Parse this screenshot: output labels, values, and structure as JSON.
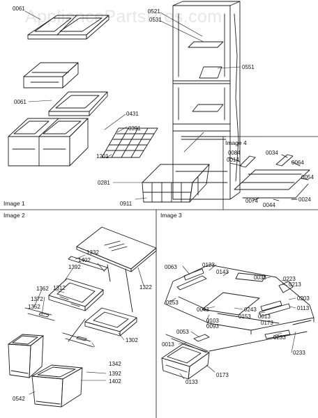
{
  "watermark": "AppliancePartsPros.com",
  "panels": {
    "image1": "Image 1",
    "image2": "Image 2",
    "image3": "Image 3",
    "image4": "Image 4"
  },
  "labels": {
    "l0061a": "0061",
    "l0521": "0521",
    "l0531": "0531",
    "l0551": "0551",
    "l0061b": "0061",
    "l0431": "0431",
    "l0391": "0391",
    "l1201": "1201",
    "l0281": "0281",
    "l0911": "0911",
    "l0084": "0084",
    "l0014": "0014",
    "l0034": "0034",
    "l0064": "0064",
    "l0054": "0054",
    "l0074": "0074",
    "l0044": "0044",
    "l0024": "0024",
    "l1332": "1332",
    "l1402a": "1402",
    "l1392a": "1392",
    "l1362": "1362",
    "l1312": "1312",
    "l1372": "1372",
    "l1352": "1352",
    "l1322": "1322",
    "l1302": "1302",
    "l1342": "1342",
    "l1392b": "1392",
    "l1402b": "1402",
    "l0542": "0542",
    "l0063": "0063",
    "l0123": "0123",
    "l0143": "0143",
    "l0033": "0033",
    "l0223": "0223",
    "l0213": "0213",
    "l0253": "0253",
    "l0043": "0043",
    "l0243": "0243",
    "l0203": "0203",
    "l0153": "0153",
    "l0013a": "0013",
    "l0173a": "0173",
    "l0113": "0113",
    "l0103": "0103",
    "l0093": "0093",
    "l0053": "0053",
    "l0013b": "0013",
    "l0233a": "0233",
    "l0233b": "0233",
    "l0133": "0133",
    "l0173b": "0173"
  }
}
